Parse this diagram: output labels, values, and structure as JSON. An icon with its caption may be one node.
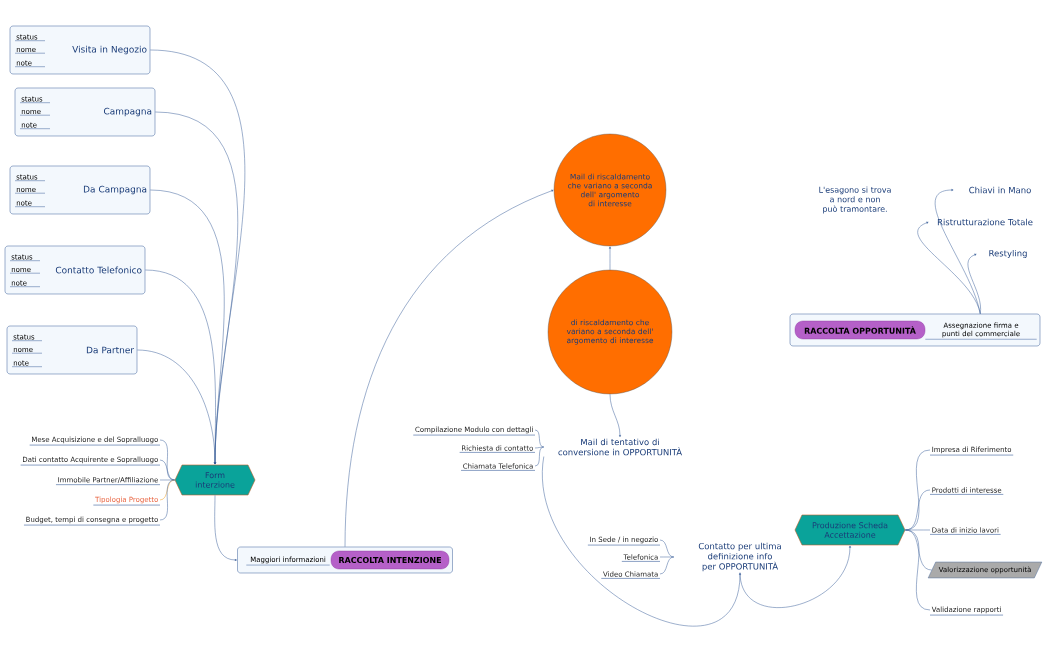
{
  "diagram": {
    "nodes": [
      {
        "text": [
          "Visita in Negozio"
        ]
      },
      {
        "text": [
          "status"
        ],
        "in": 0
      },
      {
        "text": [
          "nome"
        ],
        "in": 0
      },
      {
        "text": [
          "note"
        ],
        "in": 0
      },
      {
        "text": [
          "Campagna"
        ]
      },
      {
        "text": [
          "status"
        ],
        "in": 4
      },
      {
        "text": [
          "nome"
        ],
        "in": 4
      },
      {
        "text": [
          "note"
        ],
        "in": 4
      },
      {
        "text": [
          "Da Campagna"
        ]
      },
      {
        "text": [
          "status"
        ],
        "in": 8
      },
      {
        "text": [
          "nome"
        ],
        "in": 8
      },
      {
        "text": [
          "note"
        ],
        "in": 8
      },
      {
        "text": [
          "Contatto Telefonico"
        ]
      },
      {
        "text": [
          "status"
        ],
        "in": 12
      },
      {
        "text": [
          "nome"
        ],
        "in": 12
      },
      {
        "text": [
          "note"
        ],
        "in": 12
      },
      {
        "text": [
          "Da Partner"
        ]
      },
      {
        "text": [
          "status"
        ],
        "in": 16
      },
      {
        "text": [
          "nome"
        ],
        "in": 16
      },
      {
        "text": [
          "note"
        ],
        "in": 16
      },
      {
        "text": [
          "Mese Acquisizione e del Sopralluogo"
        ]
      },
      {
        "text": [
          "Dati contatto Acquirente e Sopralluogo"
        ]
      },
      {
        "text": [
          "Immobile Partner/Affiliazione"
        ]
      },
      {
        "text": [
          "Tipologia Progetto"
        ]
      },
      {
        "text": [
          "Budget, tempi di consegna e progetto"
        ]
      },
      {
        "text": [
          "Form interzione"
        ]
      },
      {
        "text": [],
        "shape": "box"
      },
      {
        "text": [
          "Maggiori informazioni"
        ],
        "in": 26
      },
      {
        "text": [
          "RACCOLTA INTENZIONE"
        ],
        "in": 26
      },
      {
        "text": [
          "Mail di riscaldamento che variano a seconda dell' argomento di interesse"
        ]
      },
      {
        "text": [
          "di riscaldamento che variano a seconda dell' argomento di interesse"
        ]
      },
      {
        "text": [
          "Compilazione Modulo con dettagli"
        ]
      },
      {
        "text": [
          "Richiesta di contatto"
        ]
      },
      {
        "text": [
          "Chiamata Telefonica"
        ]
      },
      {
        "text": [
          "Mail di tentativo di conversione in OPPORTUNITÀ"
        ]
      },
      {
        "text": [
          "In Sede / in negozio"
        ]
      },
      {
        "text": [
          "Telefonica"
        ]
      },
      {
        "text": [
          "Video Chiamata"
        ]
      },
      {
        "text": [
          "Contatto per ultima definizione info per OPPORTUNITÀ"
        ]
      },
      {
        "text": [
          "Produzione Scheda Accettazione"
        ]
      },
      {
        "text": [
          "Impresa di Riferimento"
        ]
      },
      {
        "text": [
          "Prodotti di interesse"
        ]
      },
      {
        "text": [
          "Data di inizio lavori"
        ]
      },
      {
        "text": [
          "Valorizzazione opportunità"
        ]
      },
      {
        "text": [
          "Validazione rapporti"
        ]
      },
      {
        "text": [],
        "shape": "box"
      },
      {
        "text": [
          "RACCOLTA OPPORTUNITÀ"
        ],
        "in": 45
      },
      {
        "text": [
          "Assegnazione firma e punti del commerciale"
        ],
        "in": 45
      },
      {
        "text": [
          "Chiavi in Mano"
        ]
      },
      {
        "text": [
          "Ristrutturazione Totale"
        ]
      },
      {
        "text": [
          "Restyling"
        ]
      }
    ],
    "edges": [
      {
        "from": 0,
        "to": 25,
        "arrow": "to"
      },
      {
        "from": 4,
        "to": 25,
        "arrow": "to"
      },
      {
        "from": 8,
        "to": 25,
        "arrow": "to"
      },
      {
        "from": 12,
        "to": 25,
        "arrow": "to"
      },
      {
        "from": 16,
        "to": 25,
        "arrow": "to"
      },
      {
        "from": 25,
        "to": 20,
        "arrow": "none"
      },
      {
        "from": 25,
        "to": 21,
        "arrow": "none"
      },
      {
        "from": 25,
        "to": 22,
        "arrow": "none"
      },
      {
        "from": 25,
        "to": 23,
        "arrow": "none",
        "color": "#f0a020"
      },
      {
        "from": 25,
        "to": 24,
        "arrow": "none"
      },
      {
        "from": 25,
        "to": 26,
        "arrow": "to"
      },
      {
        "from": 26,
        "to": 29,
        "arrow": "to"
      },
      {
        "from": 30,
        "to": 29,
        "arrow": "to"
      },
      {
        "from": 30,
        "to": 34,
        "arrow": "to"
      },
      {
        "from": 34,
        "to": 31,
        "arrow": "none"
      },
      {
        "from": 34,
        "to": 32,
        "arrow": "none"
      },
      {
        "from": 34,
        "to": 33,
        "arrow": "none"
      },
      {
        "from": 34,
        "to": 38,
        "arrow": "to"
      },
      {
        "from": 38,
        "to": 35,
        "arrow": "none"
      },
      {
        "from": 38,
        "to": 36,
        "arrow": "none"
      },
      {
        "from": 38,
        "to": 37,
        "arrow": "none"
      },
      {
        "from": 38,
        "to": 39,
        "arrow": "to"
      },
      {
        "from": 39,
        "to": 40,
        "arrow": "none"
      },
      {
        "from": 39,
        "to": 41,
        "arrow": "none"
      },
      {
        "from": 39,
        "to": 42,
        "arrow": "none"
      },
      {
        "from": 39,
        "to": 43,
        "arrow": "none"
      },
      {
        "from": 39,
        "to": 44,
        "arrow": "none"
      },
      {
        "from": 45,
        "to": 48,
        "arrow": "to"
      },
      {
        "from": 45,
        "to": 49,
        "arrow": "to"
      },
      {
        "from": 45,
        "to": 50,
        "arrow": "to"
      }
    ],
    "labels": [
      "L'esagono si trova a nord e non può tramontare."
    ]
  }
}
